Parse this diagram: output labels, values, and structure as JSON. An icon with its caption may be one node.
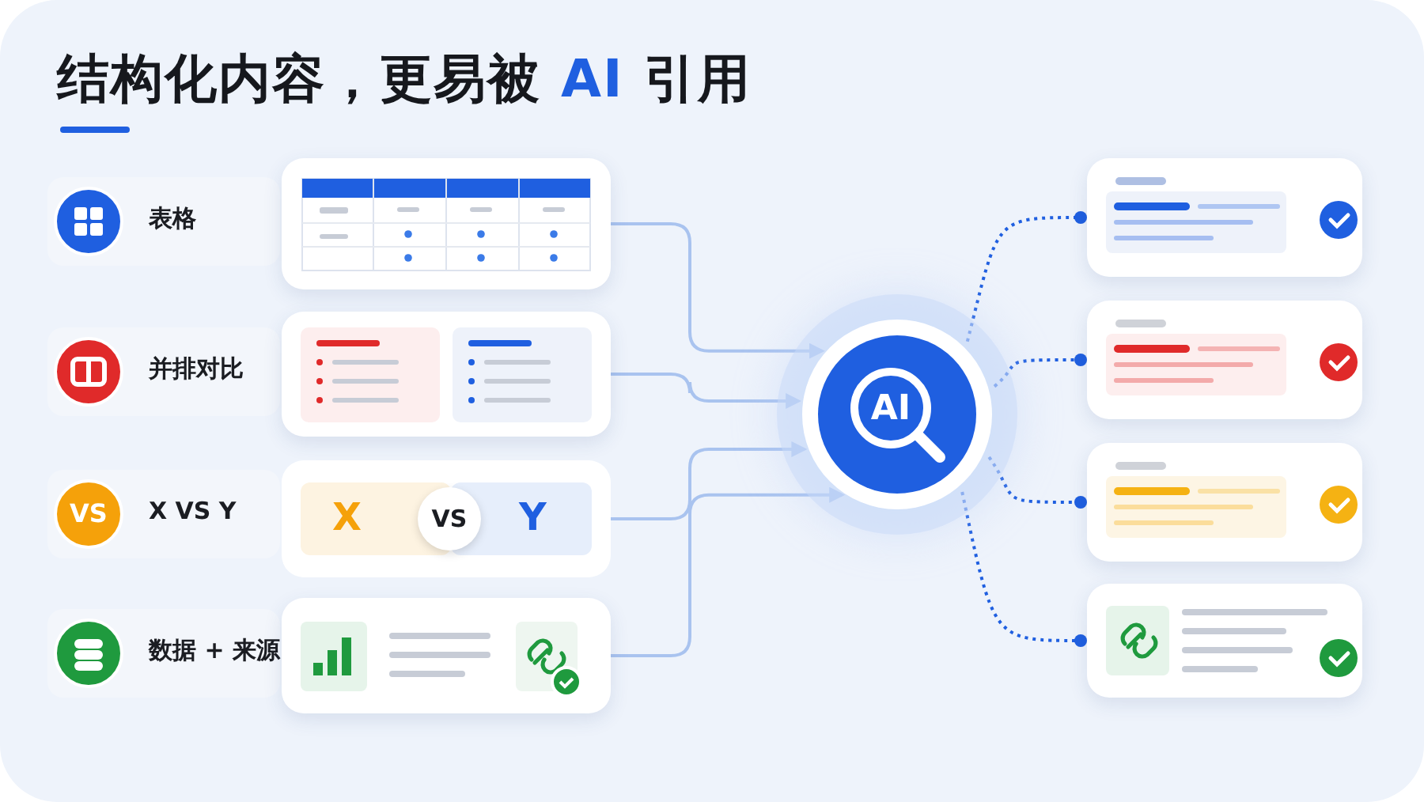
{
  "diagram": {
    "title": "结构化内容，更易被 **AI** 引用",
    "nodes": [
      {
        "text": [
          "表格"
        ]
      },
      {
        "text": [],
        "shape": "box"
      },
      {
        "text": [
          "并排对比"
        ]
      },
      {
        "text": [],
        "shape": "box"
      },
      {
        "text": [
          "X VS Y"
        ]
      },
      {
        "text": [
          "VS"
        ],
        "in": 4
      },
      {
        "text": [
          "X",
          "VS",
          "Y"
        ]
      },
      {
        "text": [
          "数据 + 来源"
        ]
      },
      {
        "text": [],
        "shape": "box"
      },
      {
        "text": [
          "AI"
        ]
      },
      {
        "text": [],
        "shape": "box"
      },
      {
        "text": [],
        "shape": "box"
      },
      {
        "text": [],
        "shape": "box"
      },
      {
        "text": [],
        "shape": "box"
      }
    ],
    "edges": [
      {
        "from": 1,
        "to": 9,
        "arrow": "to"
      },
      {
        "from": 3,
        "to": 9,
        "arrow": "to"
      },
      {
        "from": 6,
        "to": 9,
        "arrow": "to"
      },
      {
        "from": 8,
        "to": 9,
        "arrow": "to"
      },
      {
        "from": 9,
        "to": 10,
        "arrow": "other",
        "style": "dashed",
        "color": "#1f5fe0"
      },
      {
        "from": 9,
        "to": 11,
        "arrow": "other",
        "style": "dashed",
        "color": "#1f5fe0"
      },
      {
        "from": 9,
        "to": 12,
        "arrow": "other",
        "style": "dashed",
        "color": "#1f5fe0"
      },
      {
        "from": 9,
        "to": 13,
        "arrow": "other",
        "style": "dashed",
        "color": "#1f5fe0"
      }
    ]
  }
}
